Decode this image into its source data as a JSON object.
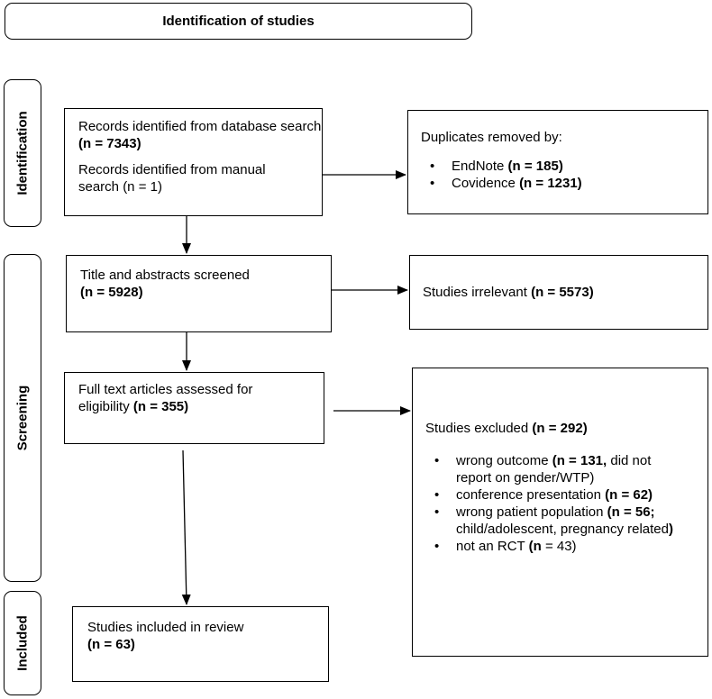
{
  "header": {
    "title": "Identification of studies"
  },
  "phases": {
    "identification": "Identification",
    "screening": "Screening",
    "included": "Included"
  },
  "records": {
    "db_text": "Records identified from database search",
    "db_n": "(n = 7343)",
    "manual_text": "Records identified from manual search (n = 1)"
  },
  "duplicates": {
    "title": "Duplicates removed by:",
    "items": [
      {
        "label": "EndNote",
        "n": "(n = 185)"
      },
      {
        "label": "Covidence",
        "n": "(n = 1231)"
      }
    ]
  },
  "screened": {
    "text": "Title and abstracts screened",
    "n": "(n = 5928)"
  },
  "irrelevant": {
    "text": "Studies irrelevant",
    "n": "(n = 5573)"
  },
  "fulltext": {
    "text": "Full text articles assessed for eligibility",
    "n": "(n = 355)"
  },
  "excluded": {
    "title": "Studies excluded",
    "title_n": "(n = 292)",
    "items": [
      {
        "a": "wrong outcome ",
        "b": "(n = 131,",
        "c": " did not report on gender/WTP)"
      },
      {
        "a": "conference presentation ",
        "b": "(n = 62)",
        "c": ""
      },
      {
        "a": "wrong patient population ",
        "b": "(n = 56;",
        "c": " child/adolescent, pregnancy related",
        "d": ")"
      },
      {
        "a": "not an RCT ",
        "b": "(n",
        "c": " = 43)"
      }
    ]
  },
  "included": {
    "text": "Studies included in review",
    "n": "(n = 63)"
  }
}
